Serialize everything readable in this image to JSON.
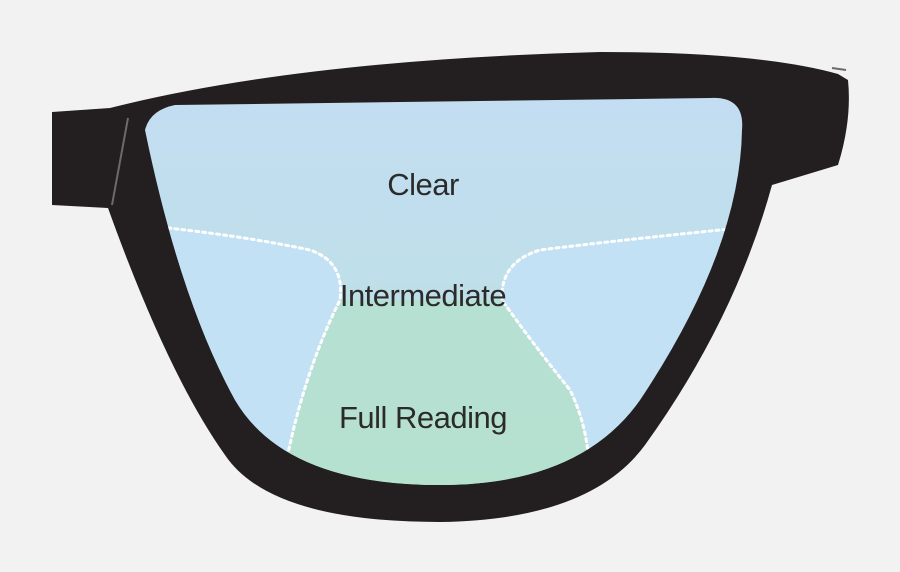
{
  "diagram": {
    "zones": {
      "clear": "Clear",
      "intermediate": "Intermediate",
      "full_reading": "Full Reading"
    },
    "colors": {
      "background": "#f2f2f2",
      "frame": "#231f20",
      "clear_zone": "#c3ddf2",
      "intermediate_zone": "#c0dfe6",
      "reading_zone": "#b5e0cf",
      "side_zone": "#c2e1f5",
      "divider": "#ffffff"
    }
  }
}
